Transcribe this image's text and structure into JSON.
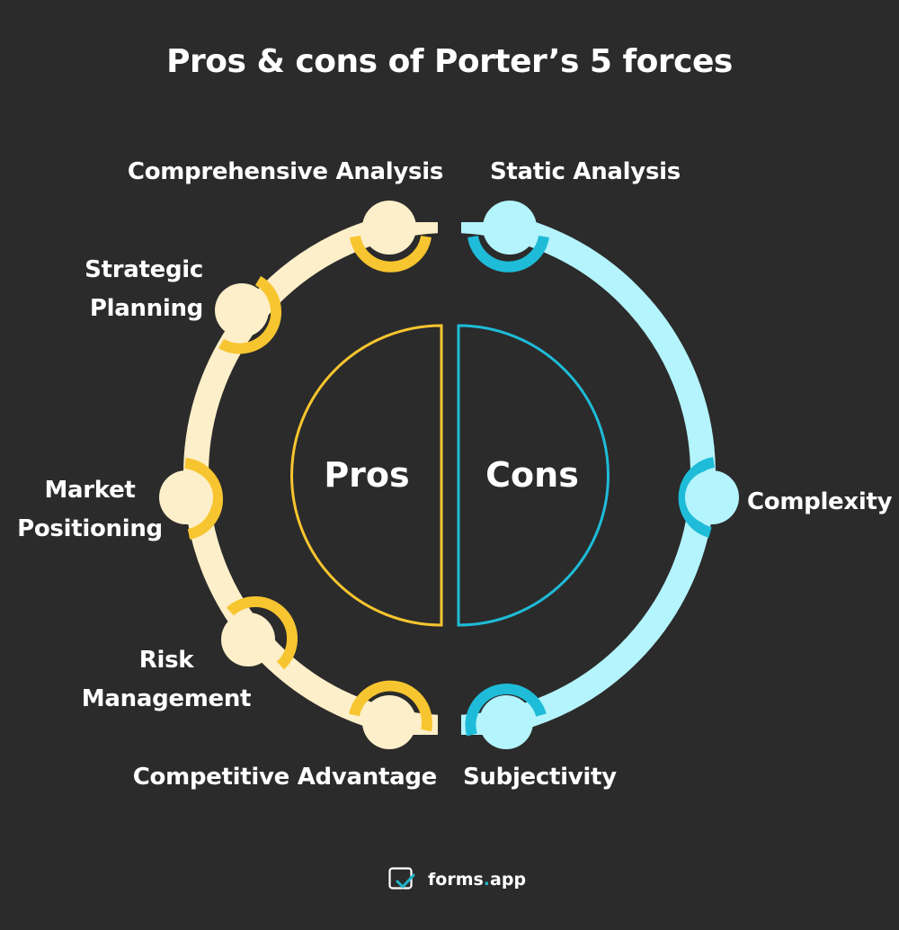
{
  "title": "Pros & cons of Porter’s 5 forces",
  "colors": {
    "background": "#2b2b2b",
    "pros_band": "#fdefc9",
    "pros_accent": "#f7c52f",
    "cons_band": "#b4f4fd",
    "cons_accent": "#1ebcd8",
    "text": "#ffffff"
  },
  "center": {
    "pros_label": "Pros",
    "cons_label": "Cons"
  },
  "pros": [
    {
      "label": "Comprehensive Analysis"
    },
    {
      "label_line1": "Strategic",
      "label_line2": "Planning"
    },
    {
      "label_line1": "Market",
      "label_line2": "Positioning"
    },
    {
      "label_line1": "Risk",
      "label_line2": "Management"
    },
    {
      "label": "Competitive Advantage"
    }
  ],
  "cons": [
    {
      "label": "Static Analysis"
    },
    {
      "label": "Complexity"
    },
    {
      "label": "Subjectivity"
    }
  ],
  "brand": {
    "name_main": "forms",
    "name_dot": ".",
    "name_tld": "app",
    "icon": "forms-app-check-icon"
  }
}
